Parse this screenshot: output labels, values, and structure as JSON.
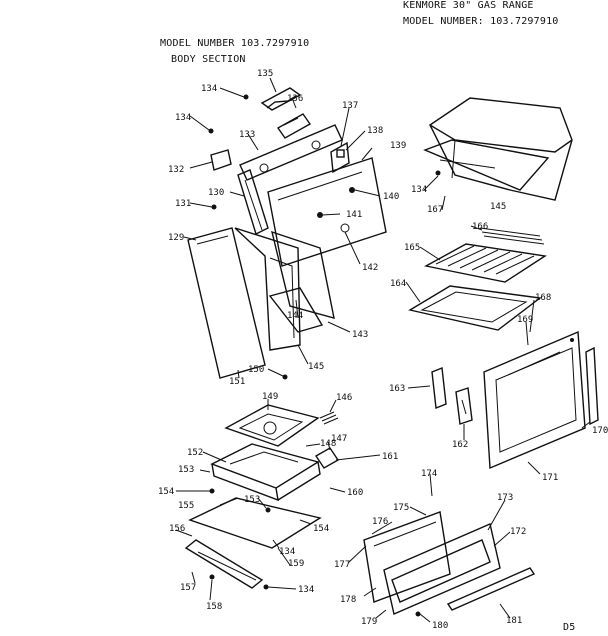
{
  "header": {
    "model_left": "MODEL NUMBER 103.7297910",
    "section": "BODY SECTION",
    "title_right": "KENMORE 30\" GAS RANGE",
    "model_right": "MODEL NUMBER: 103.7297910",
    "page_code": "D5"
  },
  "callouts": [
    "135",
    "134",
    "136",
    "134",
    "133",
    "137",
    "138",
    "139",
    "132",
    "140",
    "134",
    "167",
    "145",
    "130",
    "131",
    "141",
    "129",
    "142",
    "166",
    "165",
    "164",
    "168",
    "169",
    "144",
    "143",
    "145",
    "151",
    "163",
    "150",
    "162",
    "170",
    "171",
    "149",
    "146",
    "152",
    "148",
    "147",
    "161",
    "153",
    "154",
    "160",
    "155",
    "153",
    "154",
    "174",
    "175",
    "173",
    "156",
    "134",
    "159",
    "176",
    "172",
    "177",
    "157",
    "134",
    "178",
    "158",
    "179",
    "180",
    "181"
  ]
}
